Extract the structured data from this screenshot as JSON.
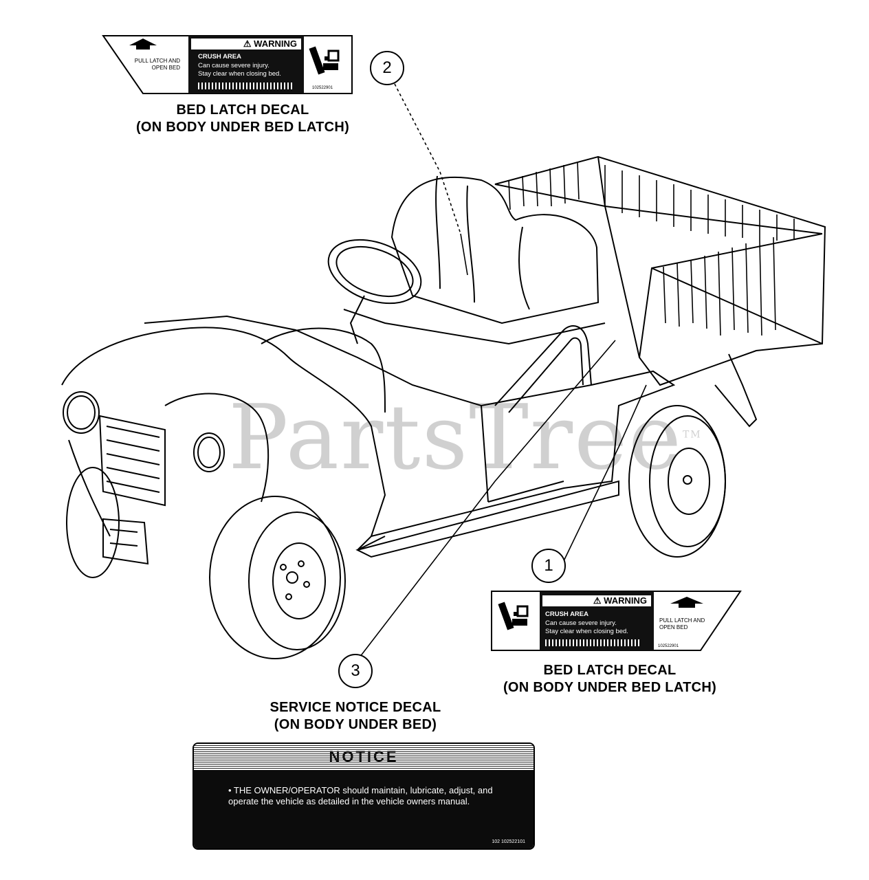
{
  "decals": {
    "bed_latch_top": {
      "pull_text_1": "PULL LATCH AND",
      "pull_text_2": "OPEN BED",
      "warning": "WARNING",
      "line1": "CRUSH AREA",
      "line2": "Can cause severe injury.",
      "line3": "Stay clear when closing bed.",
      "part_no": "102522901"
    },
    "bed_latch_bottom": {
      "pull_text_1": "PULL LATCH AND",
      "pull_text_2": "OPEN BED",
      "warning": "WARNING",
      "line1": "CRUSH AREA",
      "line2": "Can cause severe injury.",
      "line3": "Stay clear when closing bed.",
      "part_no": "102522901"
    },
    "service_notice": {
      "title": "NOTICE",
      "body": "• THE OWNER/OPERATOR should maintain, lubricate, adjust, and operate the vehicle as detailed in the vehicle owners manual.",
      "part_no": "102 102522101"
    }
  },
  "captions": {
    "top_line1": "BED LATCH DECAL",
    "top_line2": "(ON BODY UNDER BED LATCH)",
    "right_line1": "BED LATCH DECAL",
    "right_line2": "(ON BODY UNDER BED LATCH)",
    "notice_line1": "SERVICE NOTICE DECAL",
    "notice_line2": "(ON BODY UNDER BED)"
  },
  "callouts": {
    "c1": "1",
    "c2": "2",
    "c3": "3"
  },
  "watermark": {
    "text": "PartsTree",
    "tm": "TM"
  }
}
